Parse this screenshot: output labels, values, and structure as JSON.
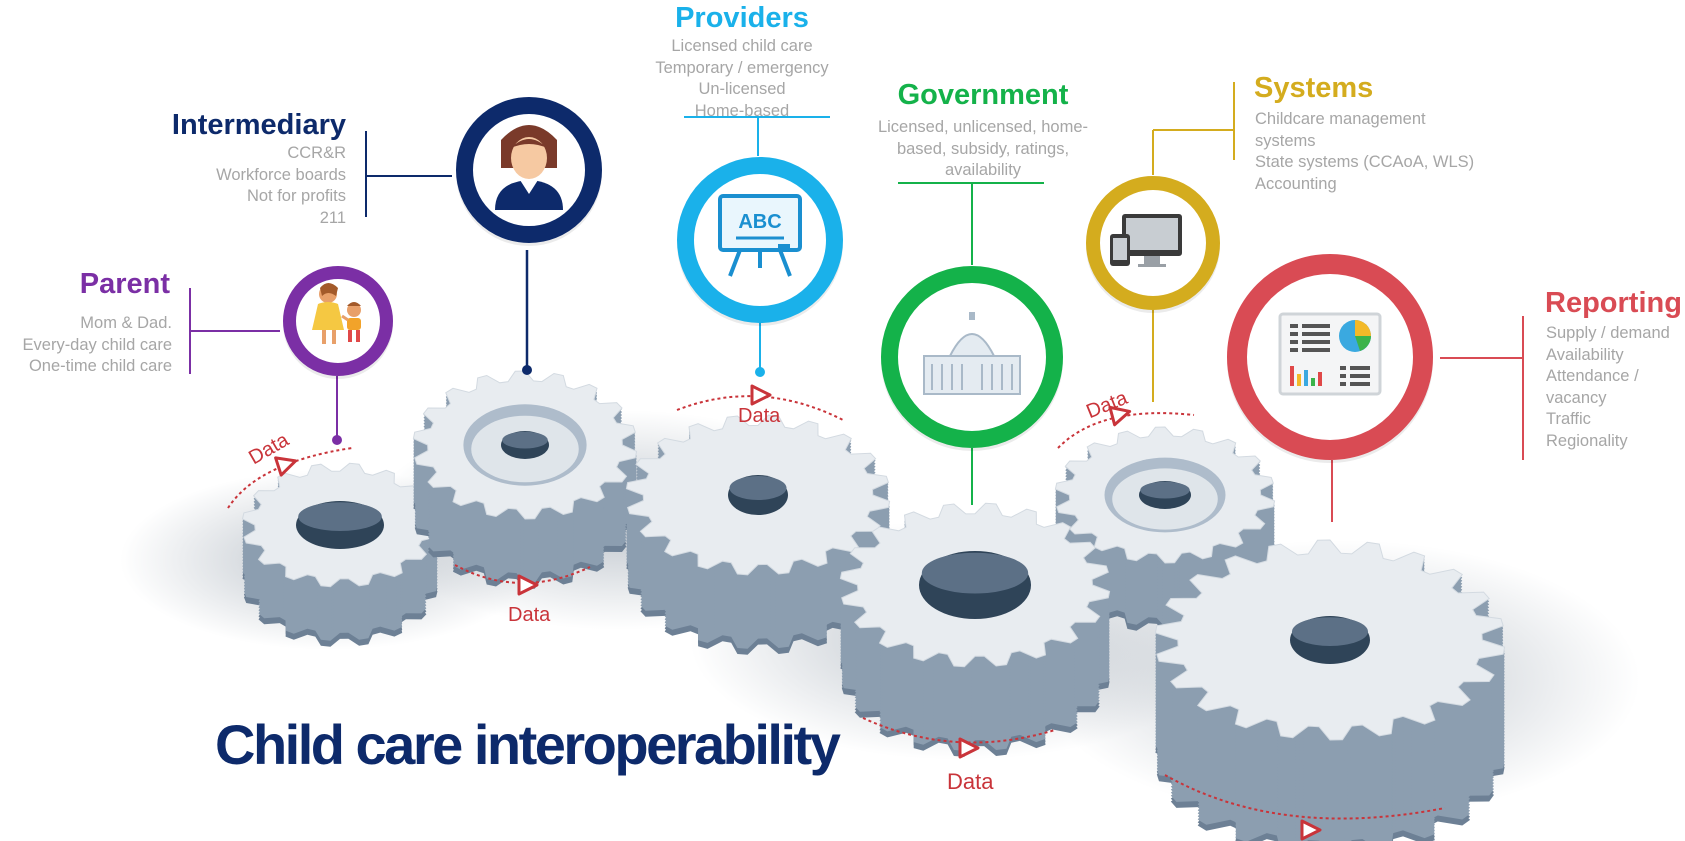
{
  "main_title": "Child care interoperability",
  "data_label": "Data",
  "colors": {
    "parent": "#7b2fa5",
    "intermediary": "#0d2a6b",
    "providers": "#1ab1ea",
    "government": "#14b24a",
    "systems": "#d4ac1e",
    "reporting": "#d94b54",
    "data_arrow": "#c9343a",
    "gear_top": "#e8ecf0",
    "gear_side": "#8c9eb0"
  },
  "nodes": {
    "parent": {
      "title": "Parent",
      "items": [
        "Mom & Dad.",
        "Every-day child care",
        "One-time child care"
      ],
      "icon": "mother-child-icon"
    },
    "intermediary": {
      "title": "Intermediary",
      "items": [
        "CCR&R",
        "Workforce boards",
        "Not for profits",
        "211"
      ],
      "icon": "businesswoman-icon"
    },
    "providers": {
      "title": "Providers",
      "items": [
        "Licensed child care",
        "Temporary / emergency",
        "Un-licensed",
        "Home-based"
      ],
      "icon": "chalkboard-abc-icon",
      "icon_text": "ABC"
    },
    "government": {
      "title": "Government",
      "items": [
        "Licensed, unlicensed, home-",
        "based, subsidy, ratings,",
        "availability"
      ],
      "icon": "capitol-building-icon"
    },
    "systems": {
      "title": "Systems",
      "items": [
        "Childcare management",
        "systems",
        "State systems (CCAoA, WLS)",
        "Accounting"
      ],
      "icon": "devices-icon"
    },
    "reporting": {
      "title": "Reporting",
      "items": [
        "Supply / demand",
        "Availability",
        "Attendance /",
        "vacancy",
        "Traffic",
        "Regionality"
      ],
      "icon": "dashboard-report-icon"
    }
  }
}
